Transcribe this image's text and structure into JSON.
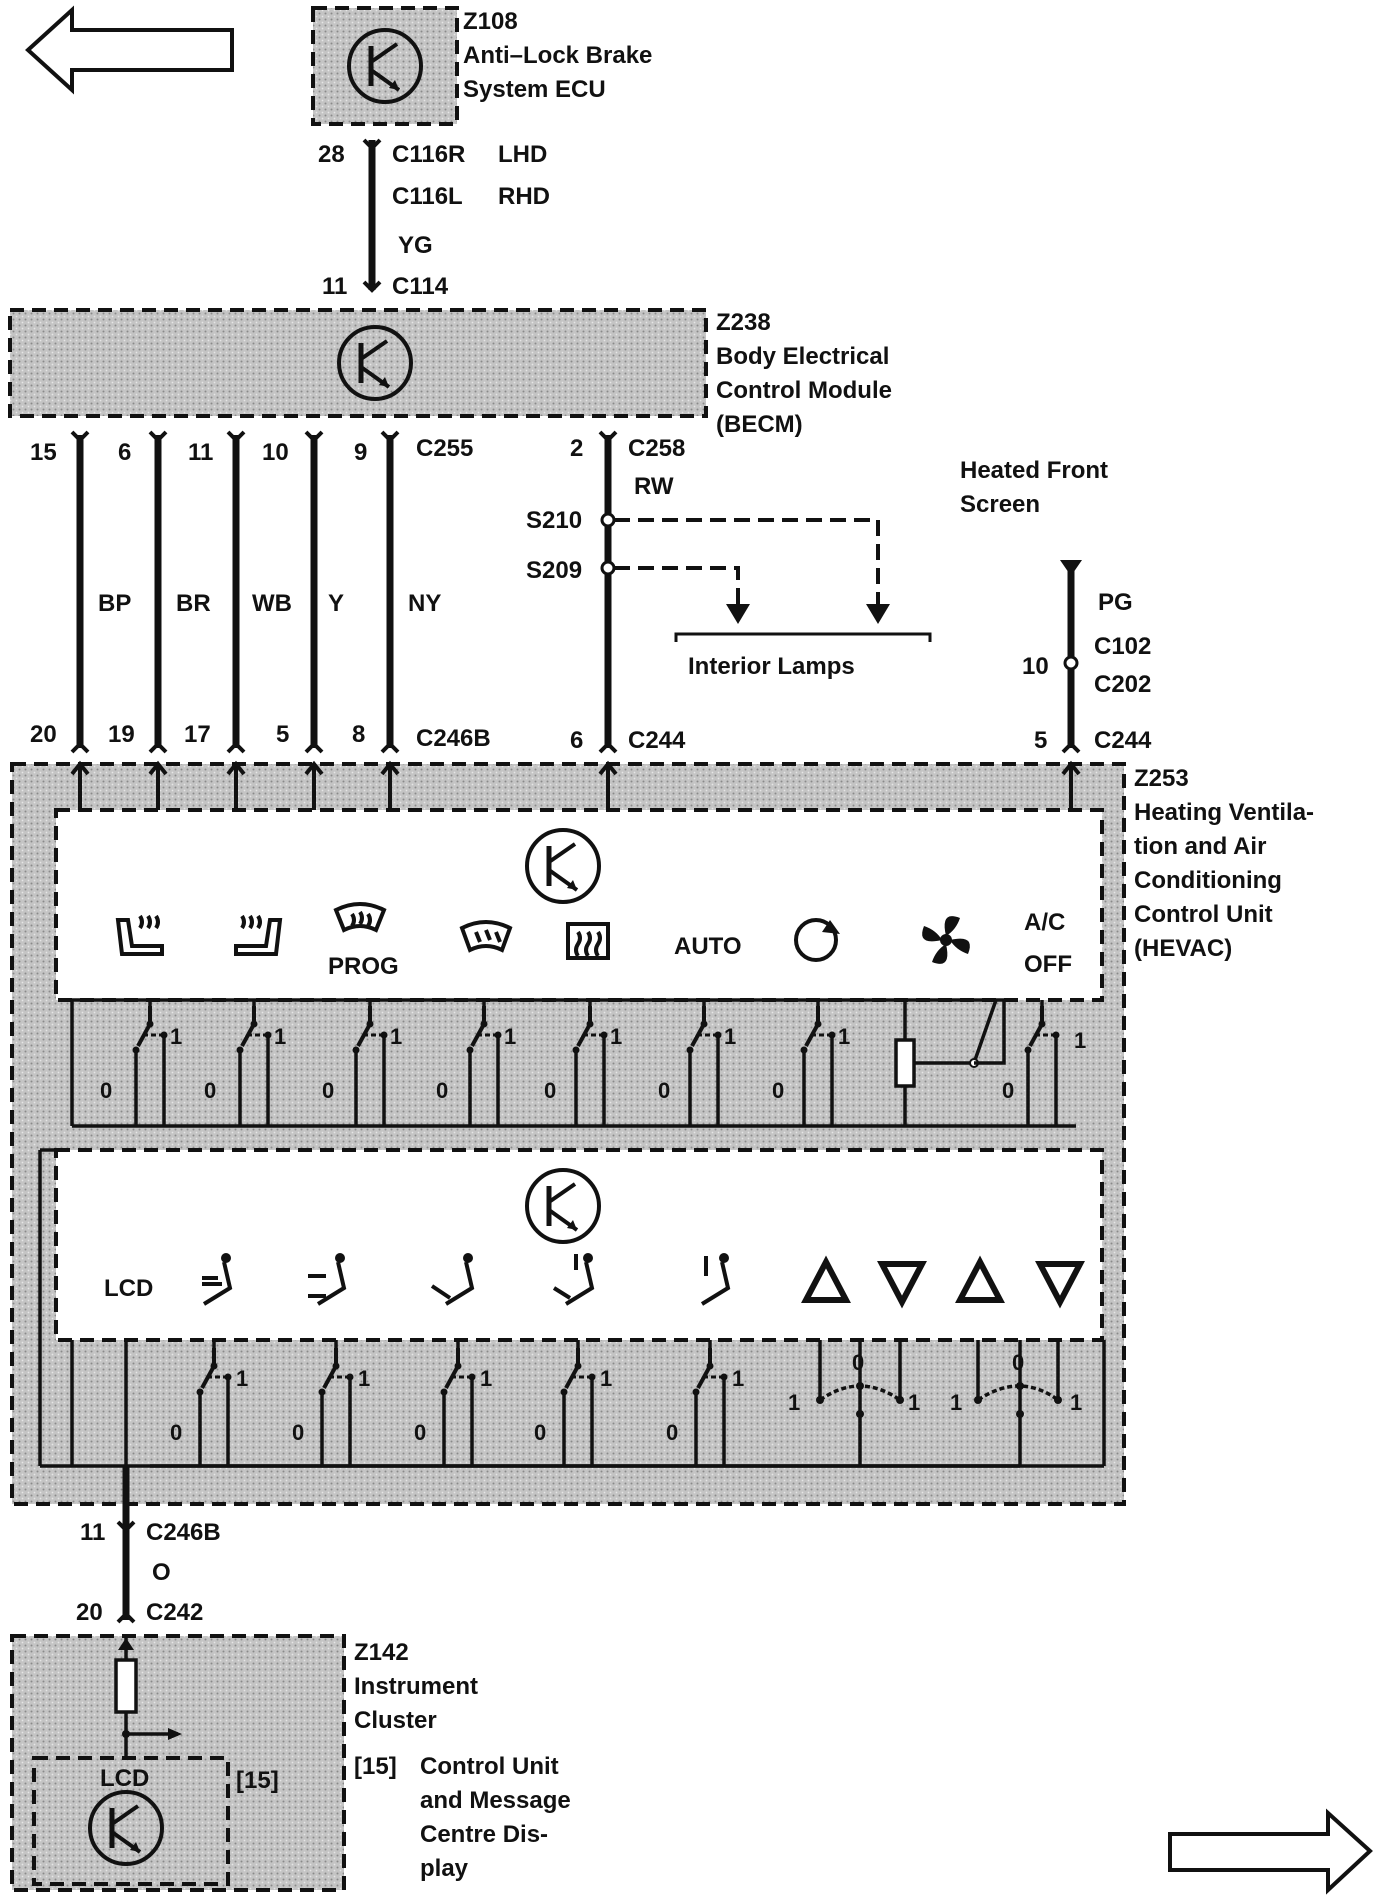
{
  "nav": {
    "back_label": "",
    "forward_label": ""
  },
  "abs": {
    "id": "Z108",
    "line1": "Anti–Lock Brake",
    "line2": "System ECU"
  },
  "conn_top": {
    "pin_a": "28",
    "c1": "C116R",
    "c1_note": "LHD",
    "c2": "C116L",
    "c2_note": "RHD",
    "wire": "YG",
    "pin_b": "11",
    "c3": "C114"
  },
  "becm": {
    "id": "Z238",
    "line1": "Body Electrical",
    "line2": "Control Module",
    "line3": "(BECM)"
  },
  "c255": {
    "label": "C255",
    "pins": [
      "15",
      "6",
      "11",
      "10",
      "9"
    ],
    "wires": [
      "BP",
      "BR",
      "WB",
      "Y",
      "NY"
    ],
    "bottom_pins": [
      "20",
      "19",
      "17",
      "5",
      "8"
    ],
    "bottom_label": "C246B"
  },
  "c258": {
    "pin": "2",
    "label": "C258",
    "wire": "RW",
    "s210": "S210",
    "s209": "S209",
    "bottom_pin": "6",
    "bottom_label": "C244"
  },
  "interior_lamps": "Interior Lamps",
  "heated_screen": {
    "line1": "Heated Front",
    "line2": "Screen",
    "wire": "PG",
    "c1": "C102",
    "pin": "10",
    "c2": "C202",
    "bottom_pin": "5",
    "bottom_label": "C244"
  },
  "hevac": {
    "id": "Z253",
    "lines": [
      "Heating Ventila-",
      "tion and Air",
      "Conditioning",
      "Control Unit",
      "(HEVAC)"
    ]
  },
  "panel1": {
    "prog": "PROG",
    "auto": "AUTO",
    "ac": "A/C",
    "off": "OFF",
    "switch_on": "1",
    "switch_off": "0"
  },
  "panel2": {
    "lcd": "LCD"
  },
  "lower_conn": {
    "pin_a": "11",
    "c1": "C246B",
    "wire": "O",
    "pin_b": "20",
    "c2": "C242"
  },
  "cluster": {
    "id": "Z142",
    "line1": "Instrument",
    "line2": "Cluster",
    "ref": "[15]",
    "lcd": "LCD",
    "note_ref": "[15]",
    "note_lines": [
      "Control Unit",
      "and Message",
      "Centre Dis-",
      "play"
    ]
  }
}
